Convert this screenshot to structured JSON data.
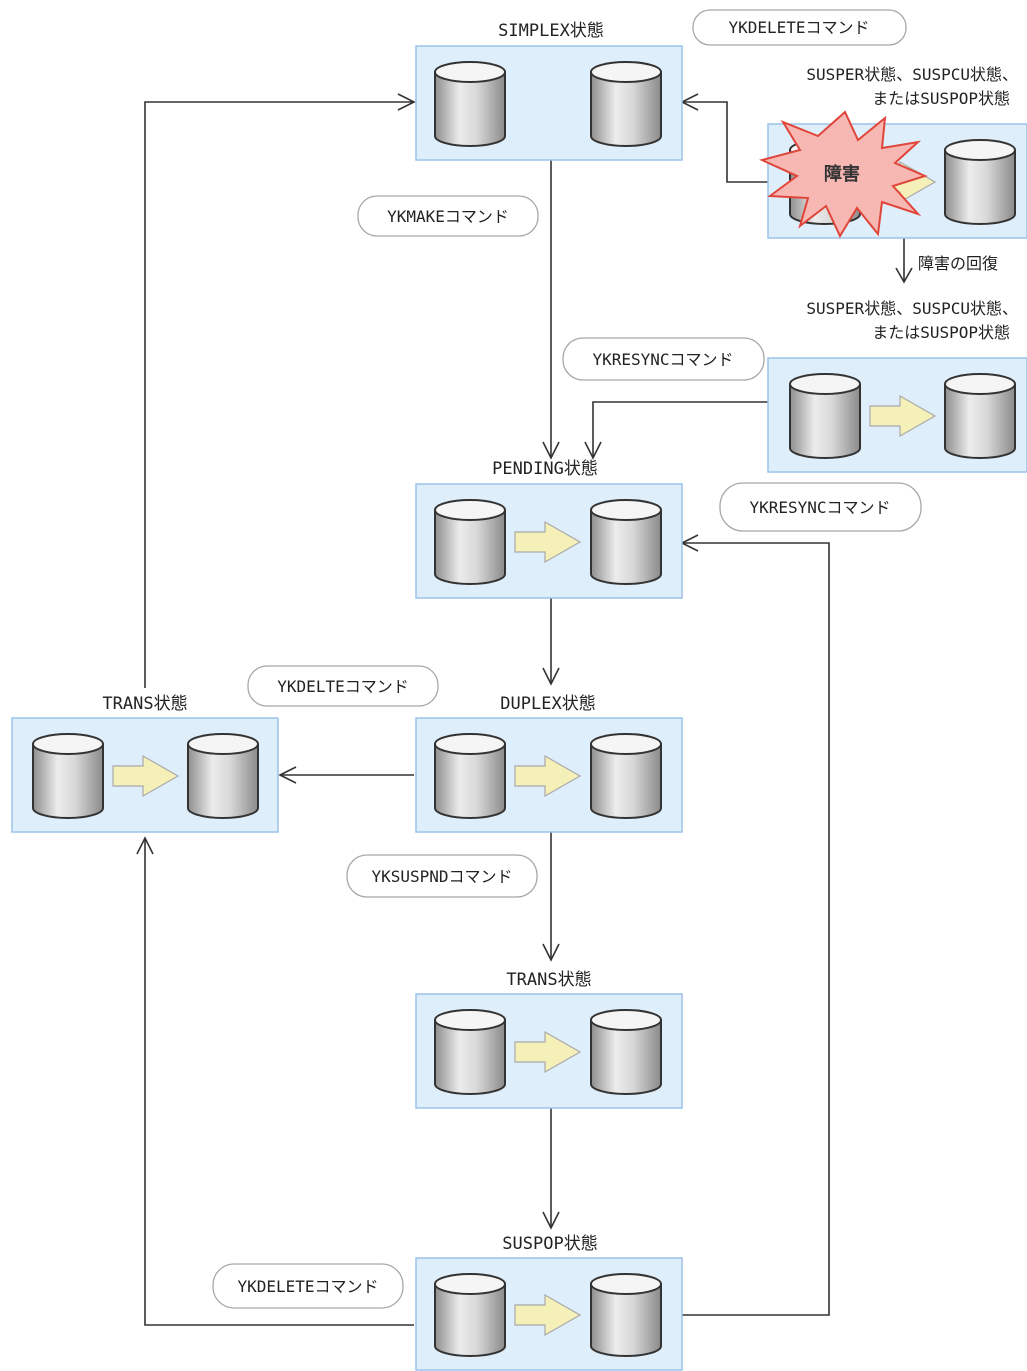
{
  "states": {
    "simplex": "SIMPLEX状態",
    "pending": "PENDING状態",
    "duplex": "DUPLEX状態",
    "trans_mid": "TRANS状態",
    "trans_left": "TRANS状態",
    "suspop": "SUSPOP状態"
  },
  "commands": {
    "ykdelete_top": "YKDELETEコマンド",
    "ykmake": "YKMAKEコマンド",
    "ykresync_upper": "YKRESYNCコマンド",
    "ykresync_right": "YKRESYNCコマンド",
    "ykdelte_mid": "YKDELTEコマンド",
    "yksuspnd": "YKSUSPNDコマンド",
    "ykdelete_bottom": "YKDELETEコマンド"
  },
  "notes": {
    "suspend_states_top_line1": "SUSPER状態、SUSPCU状態、",
    "suspend_states_top_line2": "またはSUSPOP状態",
    "fault": "障害",
    "fault_recovery": "障害の回復",
    "suspend_states_mid_line1": "SUSPER状態、SUSPCU状態、",
    "suspend_states_mid_line2": "またはSUSPOP状態"
  },
  "colors": {
    "state_box_fill": "#dfeefb",
    "state_box_border": "#9cc4ea",
    "copy_arrow_fill": "#f4f0b8",
    "fault_burst_fill": "#f7b7b3",
    "fault_burst_border": "#e0453a"
  }
}
